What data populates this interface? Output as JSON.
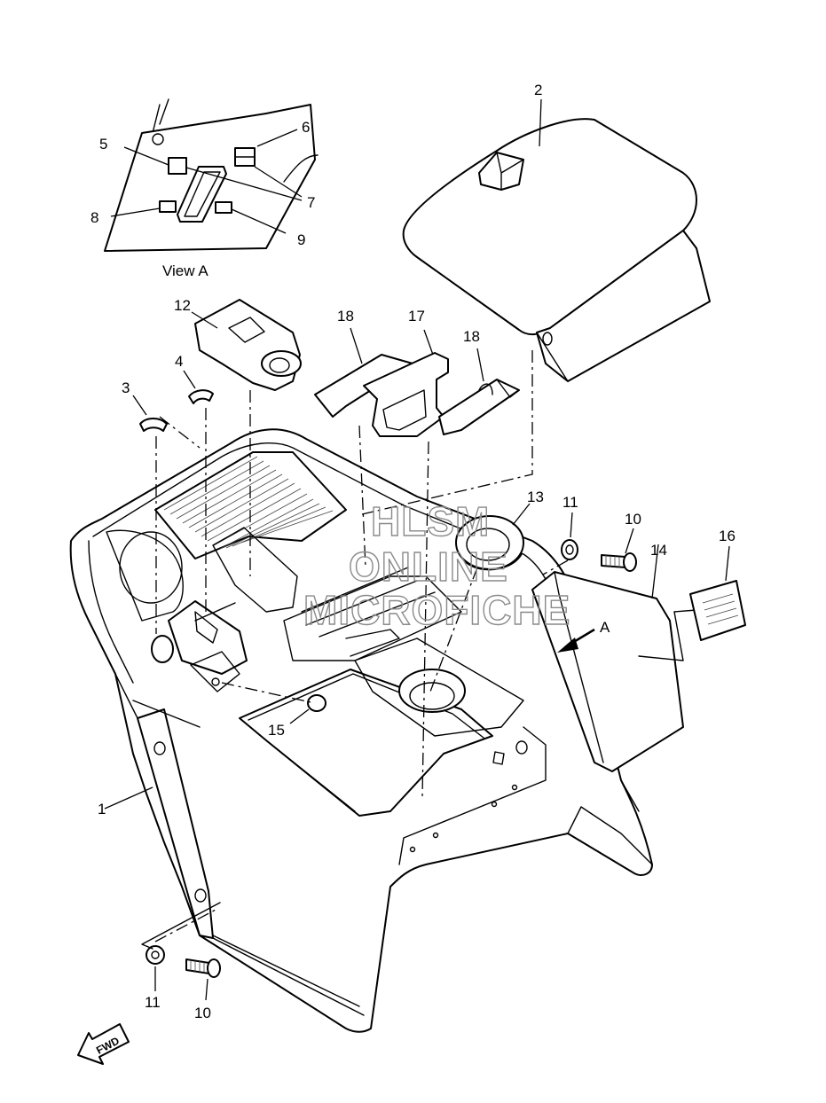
{
  "view_label": "View A",
  "view_arrow_label": "A",
  "fwd_label": "FWD",
  "callouts": {
    "c1": "1",
    "c2": "2",
    "c3": "3",
    "c4": "4",
    "c5": "5",
    "c6": "6",
    "c7": "7",
    "c8": "8",
    "c9": "9",
    "c10a": "10",
    "c10b": "10",
    "c11a": "11",
    "c11b": "11",
    "c12": "12",
    "c13": "13",
    "c14": "14",
    "c15": "15",
    "c16": "16",
    "c17": "17",
    "c18a": "18",
    "c18b": "18"
  },
  "watermark": {
    "line1": "HLSM",
    "line2": "ONLINE",
    "line3": "MICROFICHE"
  },
  "colors": {
    "ink": "#000000",
    "paper": "#ffffff",
    "watermark": "#8a8a8a"
  }
}
